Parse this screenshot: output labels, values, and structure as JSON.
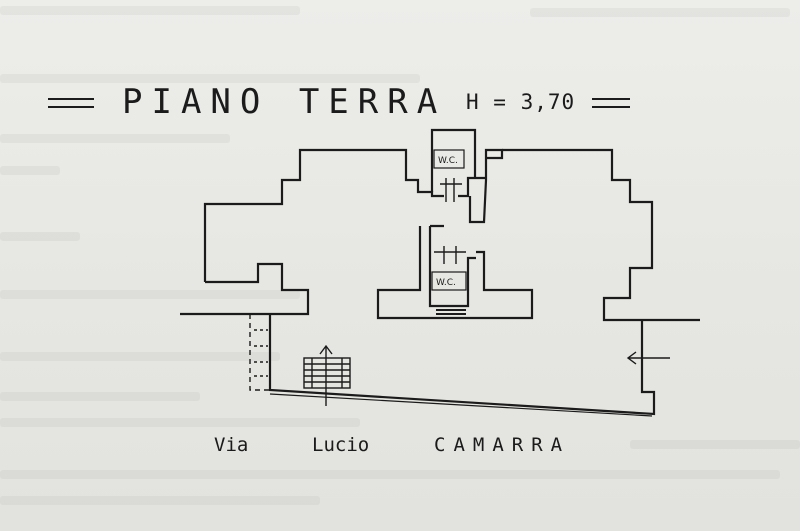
{
  "title": "PIANO TERRA",
  "height_label": "H = 3,70",
  "rooms": {
    "wc_upper": "W.C.",
    "wc_lower": "W.C."
  },
  "street": {
    "word1": "Via",
    "word2": "Lucio",
    "word3": "CAMARRA"
  },
  "colors": {
    "paper": "#e9e9e5",
    "ink": "#1b1b1b"
  }
}
